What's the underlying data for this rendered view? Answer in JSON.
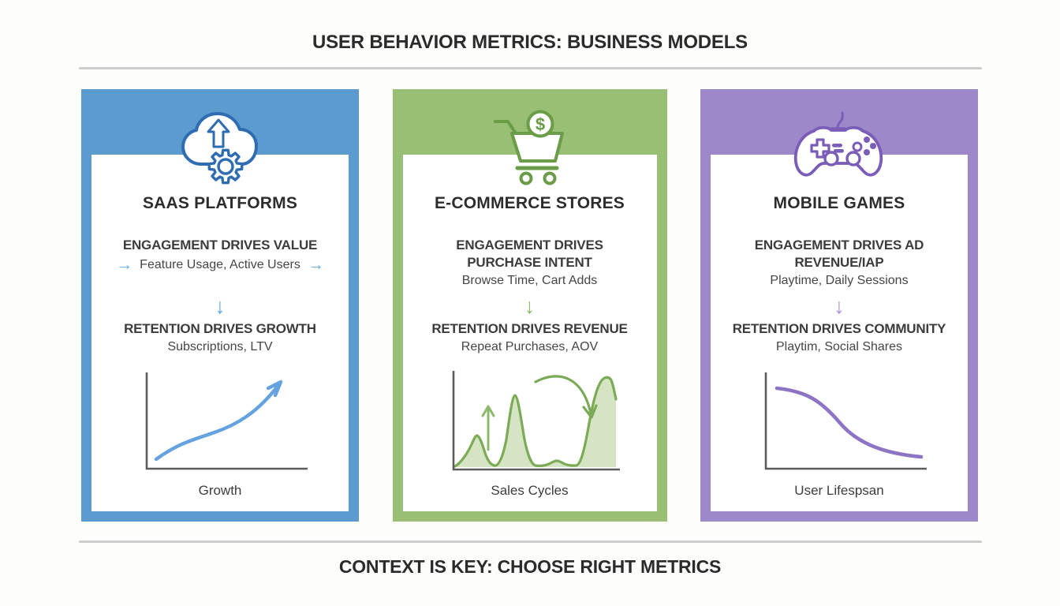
{
  "header": {
    "title": "USER BEHAVIOR METRICS: BUSINESS MODELS"
  },
  "footer": {
    "title": "CONTEXT IS KEY: CHOOSE RIGHT METRICS"
  },
  "icons": {
    "right_arrow": "→",
    "down_arrow": "↓",
    "dollar_sign": "$"
  },
  "cards": [
    {
      "title": "SAAS PLATFORMS",
      "icon": "cloud-upload-gear-icon",
      "accent": "#5b9bd0",
      "accent_light": "#64a9e4",
      "engagement_heading": "ENGAGEMENT DRIVES VALUE",
      "engagement_detail": "Feature Usage, Active Users",
      "retention_heading": "RETENTION DRIVES GROWTH",
      "retention_detail": "Subscriptions, LTV",
      "chart": {
        "type": "line",
        "trend": "rising-s-curve-with-arrow",
        "label": "Growth"
      }
    },
    {
      "title": "E-COMMERCE STORES",
      "icon": "shopping-cart-dollar-icon",
      "accent": "#98bf74",
      "accent_light": "#8cba69",
      "engagement_heading": "ENGAGEMENT DRIVES PURCHASE INTENT",
      "engagement_detail": "Browse Time, Cart Adds",
      "retention_heading": "RETENTION DRIVES REVENUE",
      "retention_detail": "Repeat Purchases, AOV",
      "chart": {
        "type": "area",
        "trend": "cyclical-peaks-with-up-and-curved-arrows",
        "label": "Sales Cycles"
      }
    },
    {
      "title": "MOBILE GAMES",
      "icon": "game-controller-icon",
      "accent": "#9d88ca",
      "accent_light": "#a98fdb",
      "engagement_heading": "ENGAGEMENT DRIVES AD REVENUE/IAP",
      "engagement_detail": "Playtime, Daily Sessions",
      "retention_heading": "RETENTION DRIVES COMMUNITY",
      "retention_detail": "Playtim, Social Shares",
      "chart": {
        "type": "line",
        "trend": "declining-s-curve",
        "label": "User Lifespsan"
      }
    }
  ]
}
